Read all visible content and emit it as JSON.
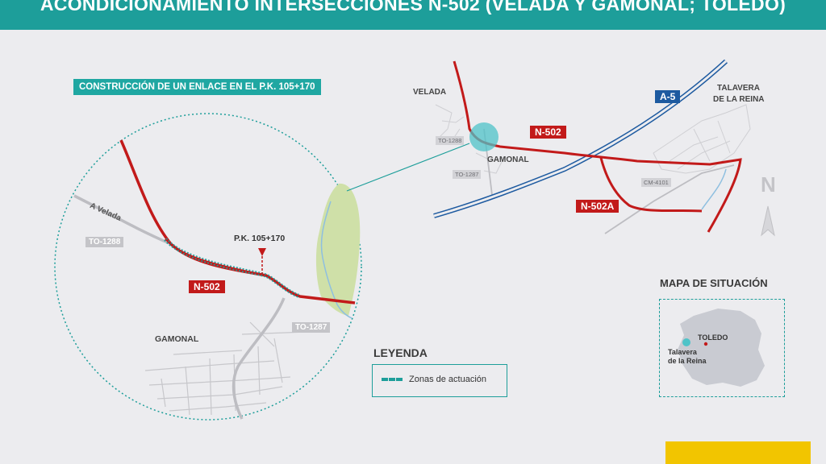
{
  "header": {
    "title": "ACONDICIONAMIENTO INTERSECCIONES N-502 (VELADA Y GAMONAL; TOLEDO)"
  },
  "detail": {
    "subtitle": "CONSTRUCCIÓN DE UN ENLACE EN EL P.K. 105+170",
    "pk_label": "P.K. 105+170",
    "road_label": "A Velada",
    "to1288": "TO-1288",
    "to1287": "TO-1287",
    "n502": "N-502",
    "town": "GAMONAL"
  },
  "overview": {
    "velada": "VELADA",
    "gamonal": "GAMONAL",
    "to1288": "TO-1288",
    "to1287": "TO-1287",
    "n502": "N-502",
    "n502a": "N-502A",
    "a5": "A-5",
    "cm4101": "CM-4101",
    "talavera_1": "TALAVERA",
    "talavera_2": "DE LA REINA",
    "north": "N"
  },
  "legend": {
    "title": "LEYENDA",
    "item": "Zonas de actuación"
  },
  "situation": {
    "title": "MAPA DE SITUACIÓN",
    "toledo": "TOLEDO",
    "talavera_1": "Talavera",
    "talavera_2": "de la Reina"
  },
  "colors": {
    "teal": "#1d9e9a",
    "red": "#c21a1a",
    "blue": "#1d5aa0",
    "green": "#cfe0a8"
  }
}
